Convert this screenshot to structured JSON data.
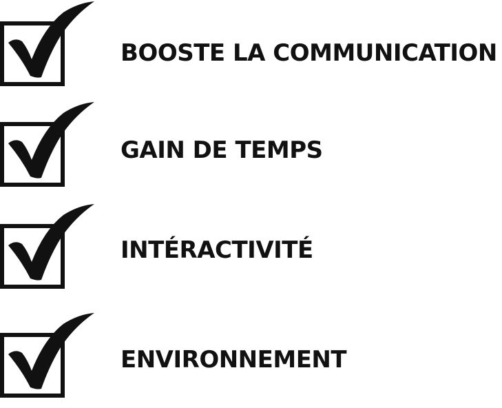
{
  "items": [
    {
      "label": "BOOSTE LA COMMUNICATION",
      "icon": "checkbox-checked-icon"
    },
    {
      "label": "GAIN DE TEMPS",
      "icon": "checkbox-checked-icon"
    },
    {
      "label": "INTÉRACTIVITÉ",
      "icon": "checkbox-checked-icon"
    },
    {
      "label": "ENVIRONNEMENT",
      "icon": "checkbox-checked-icon"
    }
  ],
  "colors": {
    "ink": "#111111",
    "background": "#ffffff"
  }
}
